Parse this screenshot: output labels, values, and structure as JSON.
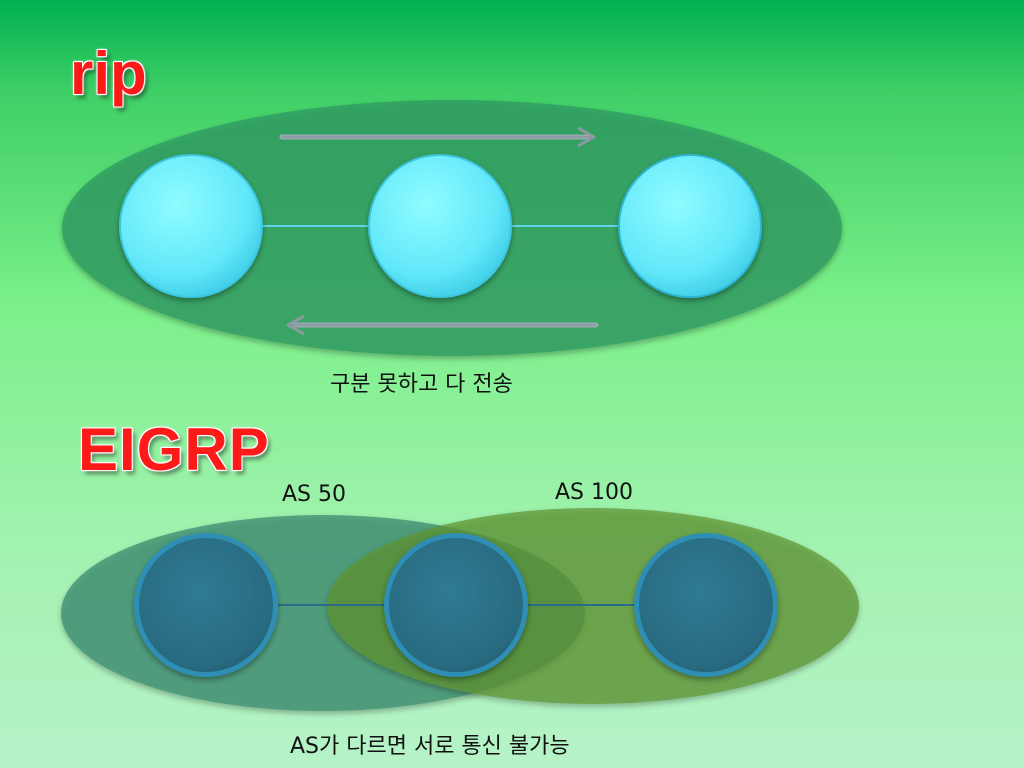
{
  "rip": {
    "title": "rip",
    "caption": "구분 못하고 다 전송"
  },
  "eigrp": {
    "title": "EIGRP",
    "as_left_label": "AS 50",
    "as_right_label": "AS 100",
    "caption": "AS가 다르면 서로 통신 불가능"
  },
  "colors": {
    "title_red": "#ff1a1a",
    "rip_region": "#2e9c63",
    "rip_node": "#6cf0fc",
    "as50_region": "#4a9a7c",
    "as100_region": "#6a9d40",
    "eigrp_node": "#2b6f86"
  }
}
